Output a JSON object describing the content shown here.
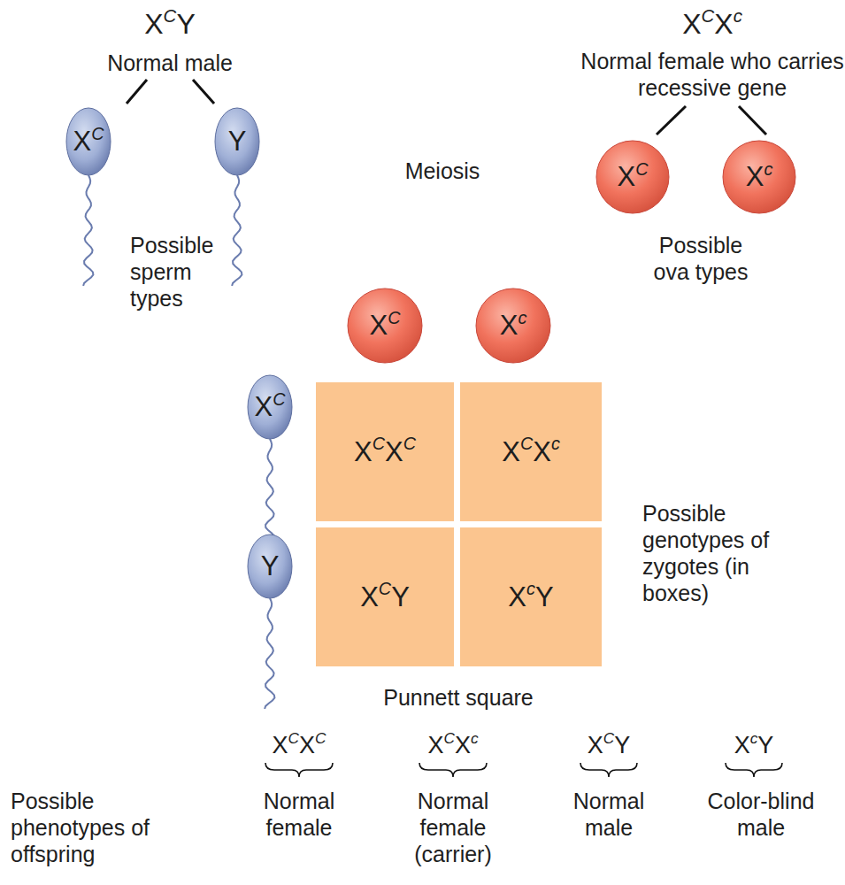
{
  "diagram": {
    "nodes": [
      {
        "text": [
          "X",
          "C"
        ]
      },
      {
        "text": [
          "Y"
        ]
      },
      {
        "text": [
          "X",
          "C"
        ]
      },
      {
        "text": [
          "X",
          "c"
        ]
      },
      {
        "text": [
          "X",
          "C"
        ]
      },
      {
        "text": [
          "X",
          "c"
        ]
      },
      {
        "text": [
          "X",
          "C"
        ]
      },
      {
        "text": [
          "Y"
        ]
      },
      {
        "text": [
          "X",
          "C",
          "X",
          "C"
        ]
      },
      {
        "text": [
          "X",
          "C",
          "X",
          "c"
        ]
      },
      {
        "text": [
          "X",
          "C",
          "Y"
        ]
      },
      {
        "text": [
          "X",
          "c",
          "Y"
        ]
      }
    ],
    "labels": [
      "X",
      "C",
      "Y",
      "Normal male",
      "X",
      "C",
      "X",
      "c",
      "Normal female who carries recessive gene",
      "Meiosis",
      "Possible sperm types",
      "Possible ova types",
      "Possible genotypes of zygotes (in boxes)",
      "Punnett square",
      "Possible phenotypes of offspring",
      "X",
      "C",
      "X",
      "C",
      "X",
      "C",
      "X",
      "c",
      "X",
      "C",
      "Y",
      "X",
      "c",
      "Y",
      "Normal female",
      "Normal female (carrier)",
      "Normal male",
      "Color-blind male"
    ]
  }
}
